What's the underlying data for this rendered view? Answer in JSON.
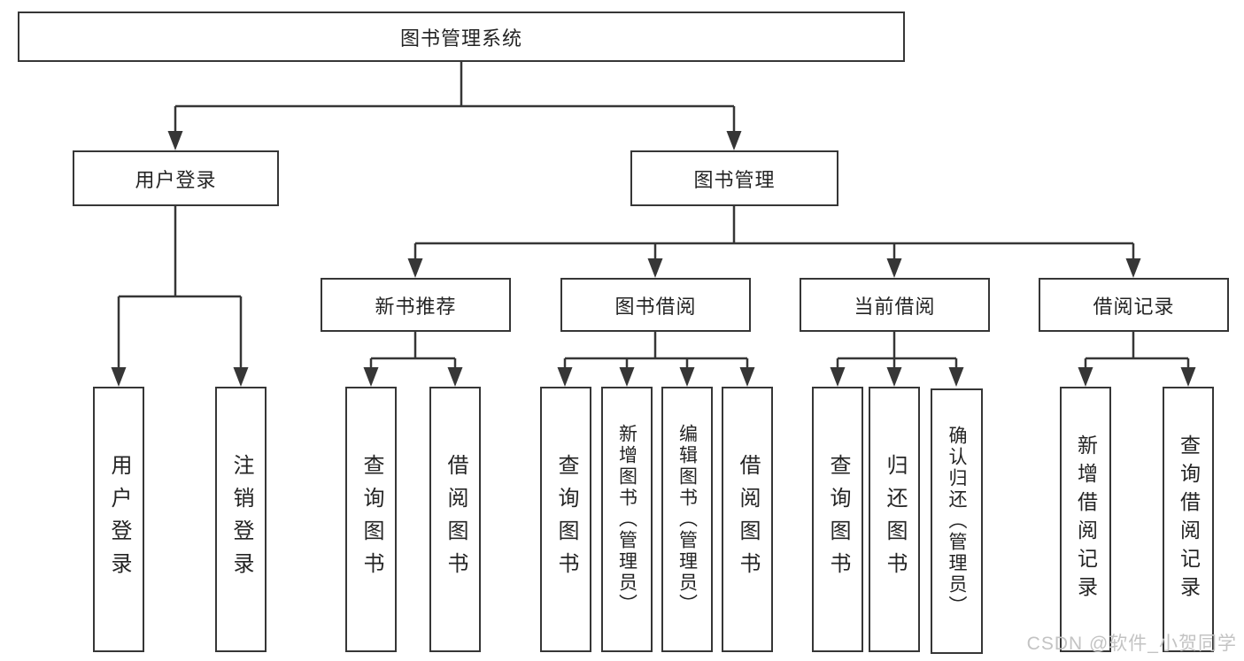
{
  "colors": {
    "line": "#363636",
    "box_border": "#363636",
    "text": "#242424",
    "watermark": "#c3c3c3",
    "background": "#ffffff"
  },
  "watermark": {
    "text": "CSDN @软件_小贺同学"
  },
  "diagram": {
    "root": {
      "label": "图书管理系统"
    },
    "branches": [
      {
        "label": "用户登录",
        "children": [
          {
            "label": "用户登录"
          },
          {
            "label": "注销登录"
          }
        ]
      },
      {
        "label": "图书管理",
        "children": [
          {
            "label": "新书推荐",
            "children": [
              {
                "label": "查询图书"
              },
              {
                "label": "借阅图书"
              }
            ]
          },
          {
            "label": "图书借阅",
            "children": [
              {
                "label": "查询图书"
              },
              {
                "label": "新增图书（管理员）"
              },
              {
                "label": "编辑图书（管理员）"
              },
              {
                "label": "借阅图书"
              }
            ]
          },
          {
            "label": "当前借阅",
            "children": [
              {
                "label": "查询图书"
              },
              {
                "label": "归还图书"
              },
              {
                "label": "确认归还（管理员）"
              }
            ]
          },
          {
            "label": "借阅记录",
            "children": [
              {
                "label": "新增借阅记录"
              },
              {
                "label": "查询借阅记录"
              }
            ]
          }
        ]
      }
    ]
  }
}
